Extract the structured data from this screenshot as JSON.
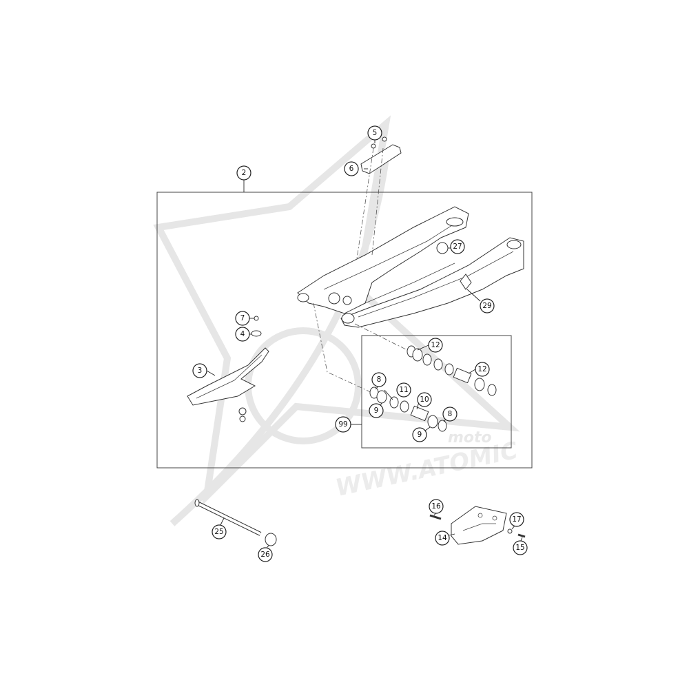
{
  "watermark": {
    "url_text": "WWW.ATOMIC",
    "logo_text": "moto"
  },
  "callouts": [
    {
      "id": "c2",
      "label": "2"
    },
    {
      "id": "c3",
      "label": "3"
    },
    {
      "id": "c4",
      "label": "4"
    },
    {
      "id": "c5",
      "label": "5"
    },
    {
      "id": "c6",
      "label": "6"
    },
    {
      "id": "c7",
      "label": "7"
    },
    {
      "id": "c8a",
      "label": "8"
    },
    {
      "id": "c8b",
      "label": "8"
    },
    {
      "id": "c9a",
      "label": "9"
    },
    {
      "id": "c9b",
      "label": "9"
    },
    {
      "id": "c10",
      "label": "10"
    },
    {
      "id": "c11",
      "label": "11"
    },
    {
      "id": "c12a",
      "label": "12"
    },
    {
      "id": "c12b",
      "label": "12"
    },
    {
      "id": "c14",
      "label": "14"
    },
    {
      "id": "c15",
      "label": "15"
    },
    {
      "id": "c16",
      "label": "16"
    },
    {
      "id": "c17",
      "label": "17"
    },
    {
      "id": "c25",
      "label": "25"
    },
    {
      "id": "c26",
      "label": "26"
    },
    {
      "id": "c27",
      "label": "27"
    },
    {
      "id": "c29",
      "label": "29"
    },
    {
      "id": "c99",
      "label": "99"
    }
  ]
}
